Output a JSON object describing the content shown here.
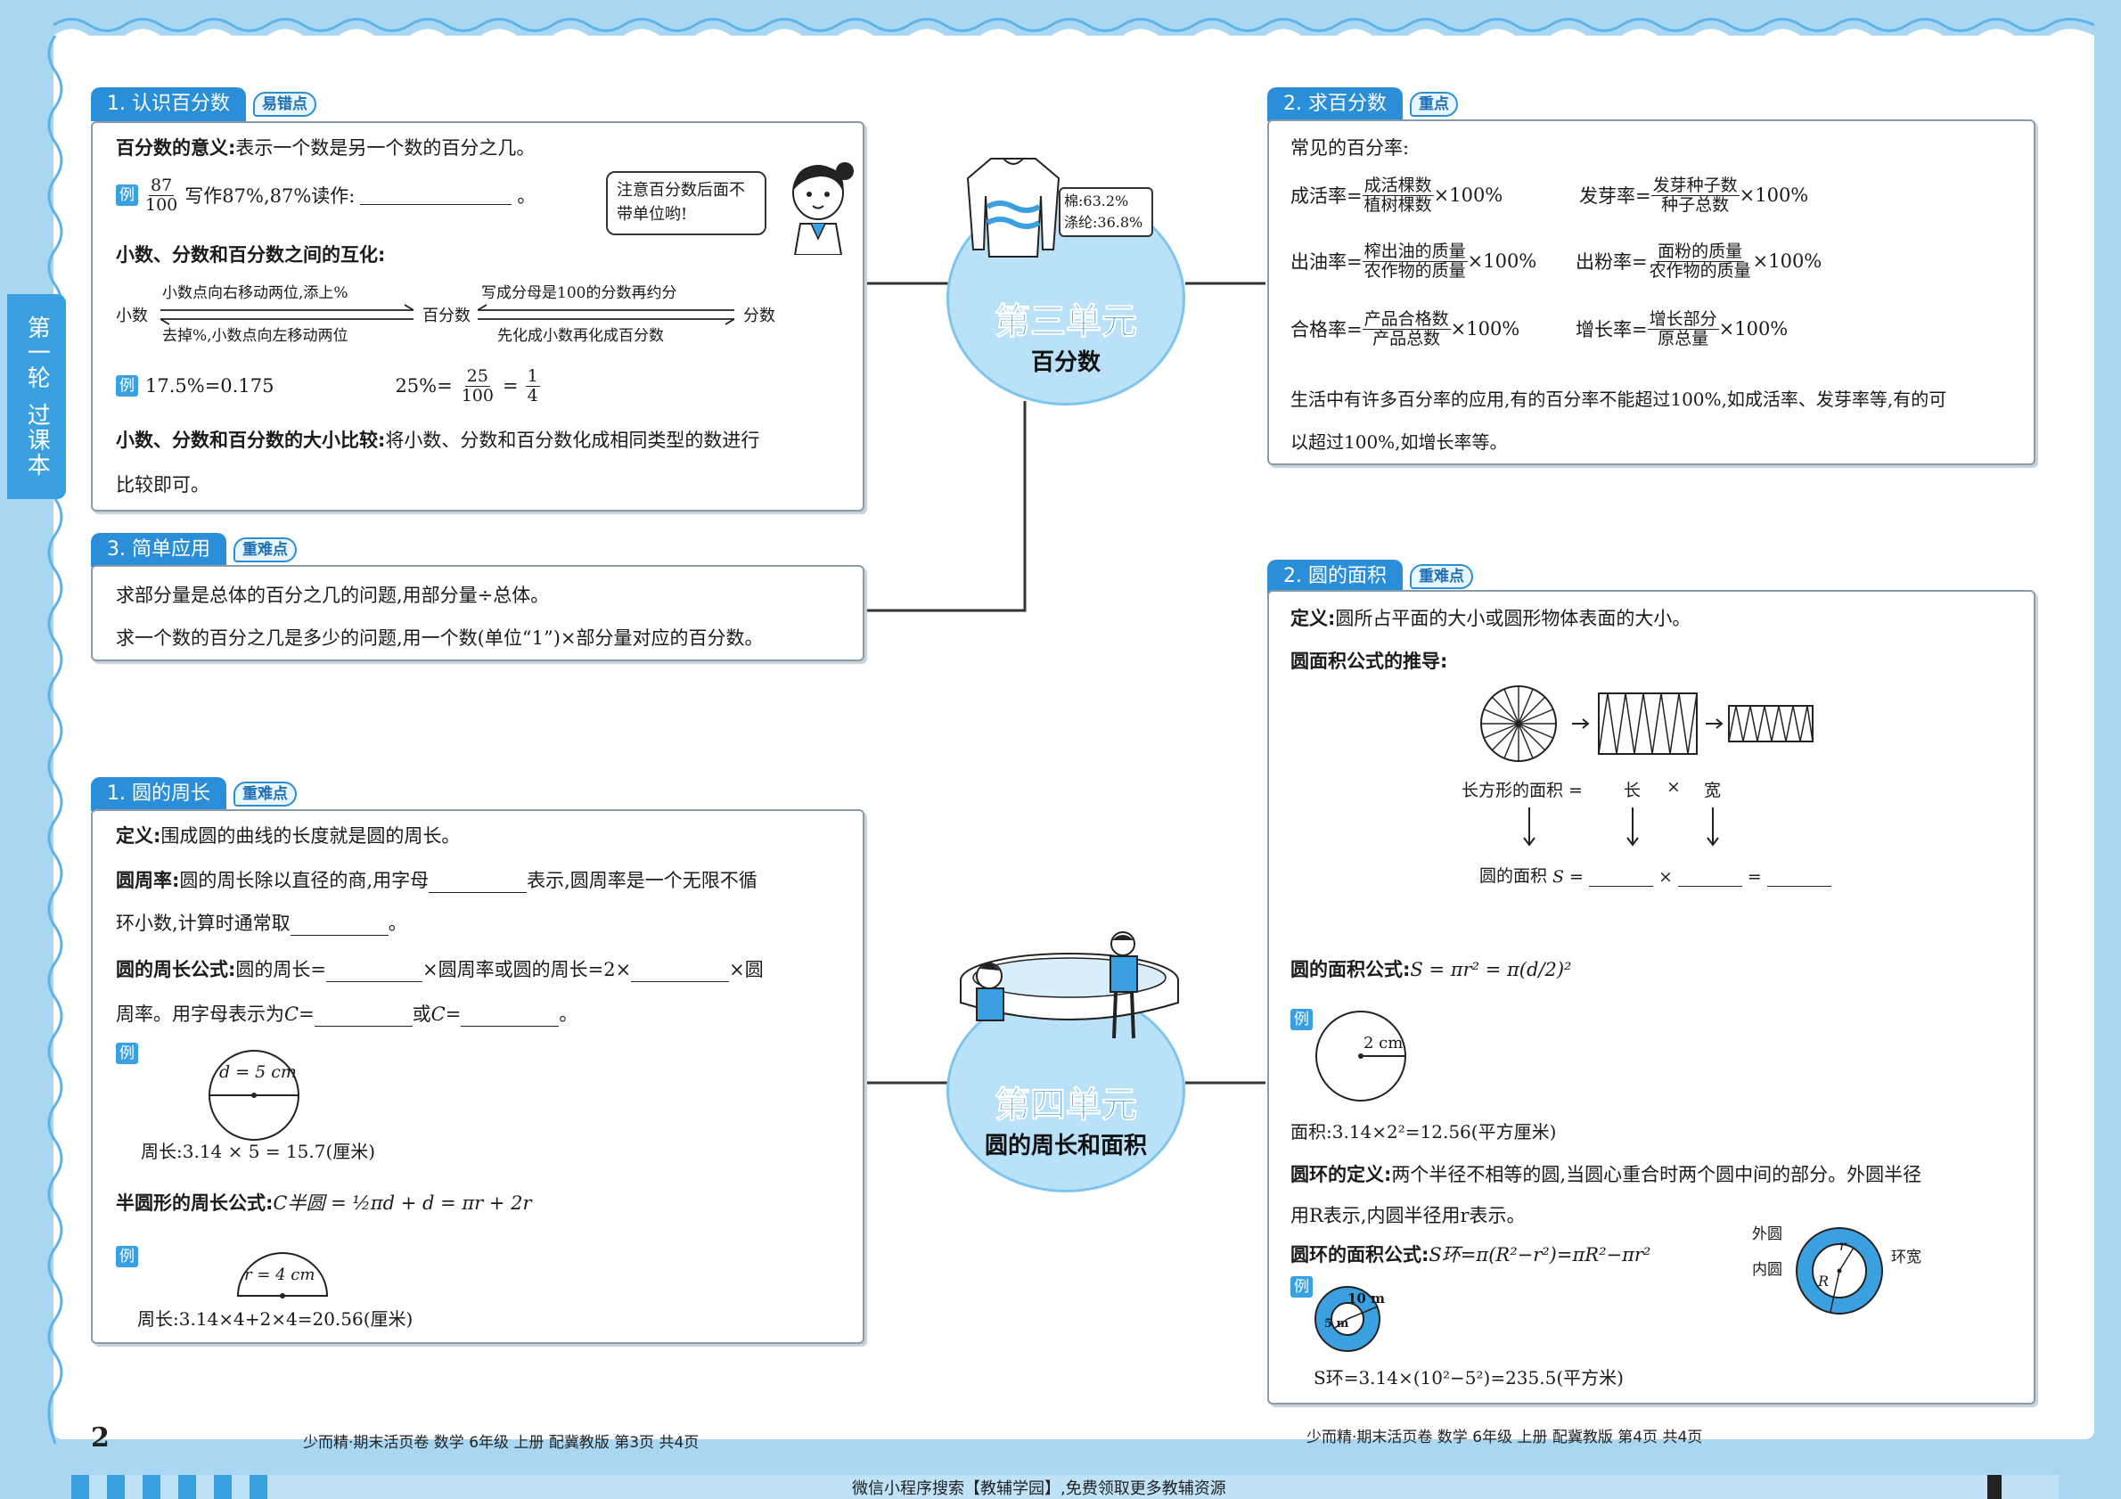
{
  "side_tab": {
    "line1": "第一轮",
    "line2": "过课本"
  },
  "page_number": "2",
  "unit3": {
    "title": "第三单元",
    "subtitle": "百分数",
    "tag1": "棉:63.2%",
    "tag2": "涤纶:36.8%"
  },
  "unit4": {
    "title": "第四单元",
    "subtitle": "圆的周长和面积"
  },
  "sec1": {
    "label": "1. 认识百分数",
    "tag": "易错点",
    "meaning_head": "百分数的意义:",
    "meaning_text": "表示一个数是另一个数的百分之几。",
    "ex_label": "例",
    "ex1_num": "87",
    "ex1_den": "100",
    "ex1_text": "写作87%,87%读作:",
    "ex1_end": "。",
    "bubble": "注意百分数后面不带单位哟!",
    "conv_head": "小数、分数和百分数之间的互化:",
    "conv_decimal": "小数",
    "conv_percent": "百分数",
    "conv_fraction": "分数",
    "arrow1_top": "小数点向右移动两位,添上%",
    "arrow1_bottom": "去掉%,小数点向左移动两位",
    "arrow2_top": "写成分母是100的分数再约分",
    "arrow2_bottom": "先化成小数再化成百分数",
    "ex2_a": "17.5%=0.175",
    "ex2_b": "25%=",
    "ex2_b_num": "25",
    "ex2_b_den": "100",
    "ex2_b_eq": "=",
    "ex2_b_num2": "1",
    "ex2_b_den2": "4",
    "compare_head": "小数、分数和百分数的大小比较:",
    "compare_text1": "将小数、分数和百分数化成相同类型的数进行",
    "compare_text2": "比较即可。"
  },
  "sec3": {
    "label": "3. 简单应用",
    "tag": "重难点",
    "line1": "求部分量是总体的百分之几的问题,用部分量÷总体。",
    "line2": "求一个数的百分之几是多少的问题,用一个数(单位“1”)×部分量对应的百分数。"
  },
  "sec2r": {
    "label": "2. 求百分数",
    "tag": "重点",
    "intro": "常见的百分率:",
    "r1_name": "成活率=",
    "r1_num": "成活棵数",
    "r1_den": "植树棵数",
    "r1_tail": "×100%",
    "r2_name": "发芽率=",
    "r2_num": "发芽种子数",
    "r2_den": "种子总数",
    "r2_tail": "×100%",
    "r3_name": "出油率=",
    "r3_num": "榨出油的质量",
    "r3_den": "农作物的质量",
    "r3_tail": "×100%",
    "r4_name": "出粉率=",
    "r4_num": "面粉的质量",
    "r4_den": "农作物的质量",
    "r4_tail": "×100%",
    "r5_name": "合格率=",
    "r5_num": "产品合格数",
    "r5_den": "产品总数",
    "r5_tail": "×100%",
    "r6_name": "增长率=",
    "r6_num": "增长部分",
    "r6_den": "原总量",
    "r6_tail": "×100%",
    "note1": "生活中有许多百分率的应用,有的百分率不能超过100%,如成活率、发芽率等,有的可",
    "note2": "以超过100%,如增长率等。"
  },
  "sec_circ": {
    "label": "1. 圆的周长",
    "tag": "重难点",
    "def_head": "定义:",
    "def_text": "围成圆的曲线的长度就是圆的周长。",
    "pi_head": "圆周率:",
    "pi_text1": "圆的周长除以直径的商,用字母",
    "pi_text2": "表示,圆周率是一个无限不循",
    "pi_text3": "环小数,计算时通常取",
    "pi_end": "。",
    "formula_head": "圆的周长公式:",
    "formula_t1": "圆的周长=",
    "formula_t2": "×圆周率或圆的周长=2×",
    "formula_t3": "×圆",
    "formula_t4": "周率。用字母表示为",
    "formula_c1": "C=",
    "formula_or": "或",
    "formula_c2": "C=",
    "formula_end": "。",
    "ex_label": "例",
    "ex1_d": "d = 5 cm",
    "ex1_result": "周长:3.14 × 5 = 15.7(厘米)",
    "semi_head": "半圆形的周长公式:",
    "semi_formula": "C半圆 = ½πd + d = πr + 2r",
    "ex2_r": "r = 4 cm",
    "ex2_result": "周长:3.14×4+2×4=20.56(厘米)"
  },
  "sec_area": {
    "label": "2. 圆的面积",
    "tag": "重难点",
    "def_head": "定义:",
    "def_text": "圆所占平面的大小或圆形物体表面的大小。",
    "deriv_head": "圆面积公式的推导:",
    "rect_area": "长方形的面积 =",
    "rect_len": "长",
    "rect_times": "×",
    "rect_wid": "宽",
    "circle_area": "圆的面积",
    "circle_s": "S",
    "circle_eq": "=",
    "circle_times": "×",
    "circle_eq2": "=",
    "formula_head": "圆的面积公式:",
    "formula": "S = πr² = π(d/2)²",
    "ex_label": "例",
    "ex1_r": "2 cm",
    "ex1_result": "面积:3.14×2²=12.56(平方厘米)",
    "ring_def_head": "圆环的定义:",
    "ring_def1": "两个半径不相等的圆,当圆心重合时两个圆中间的部分。外圆半径",
    "ring_def2": "用R表示,内圆半径用r表示。",
    "ring_formula_head": "圆环的面积公式:",
    "ring_formula": "S环=π(R²−r²)=πR²−πr²",
    "ring_outer": "外圆",
    "ring_inner": "内圆",
    "ring_width": "环宽",
    "ring_r": "r",
    "ring_R": "R",
    "ex2_outer": "10 m",
    "ex2_inner": "5 m",
    "ex2_result": "S环=3.14×(10²−5²)=235.5(平方米)"
  },
  "footer_left": "少而精·期末活页卷   数学   6年级   上册   配冀教版   第3页   共4页",
  "footer_right": "少而精·期末活页卷   数学   6年级   上册   配冀教版   第4页   共4页",
  "bottom_note": "微信小程序搜索【教辅学园】,免费领取更多教辅资源"
}
